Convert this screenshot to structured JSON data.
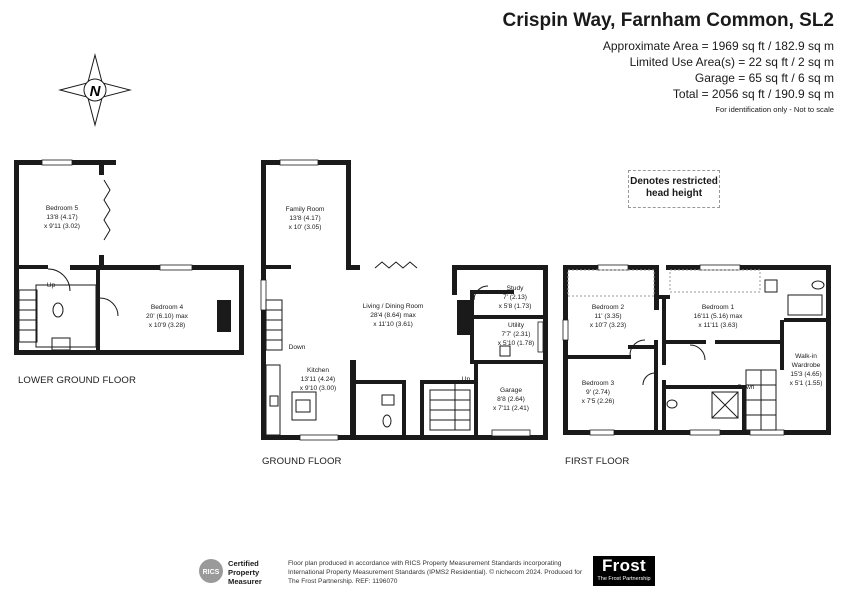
{
  "header": {
    "title": "Crispin Way, Farnham Common, SL2",
    "area_lines": [
      "Approximate Area = 1969 sq ft / 182.9 sq m",
      "Limited Use Area(s) = 22 sq ft / 2 sq m",
      "Garage = 65 sq ft / 6 sq m",
      "Total = 2056 sq ft / 190.9 sq m"
    ],
    "note": "For identification only - Not to scale"
  },
  "compass_letter": "N",
  "restricted": {
    "line1": "Denotes restricted",
    "line2": "head height"
  },
  "floors": {
    "lower": "LOWER GROUND FLOOR",
    "ground": "GROUND FLOOR",
    "first": "FIRST FLOOR"
  },
  "rooms": {
    "bedroom5": [
      "Bedroom 5",
      "13'8 (4.17)",
      "x 9'11 (3.02)"
    ],
    "bedroom4": [
      "Bedroom 4",
      "20' (6.10) max",
      "x 10'9 (3.28)"
    ],
    "family": [
      "Family Room",
      "13'8 (4.17)",
      "x 10' (3.05)"
    ],
    "living": [
      "Living / Dining Room",
      "28'4 (8.64) max",
      "x 11'10 (3.61)"
    ],
    "study": [
      "Study",
      "7' (2.13)",
      "x 5'8 (1.73)"
    ],
    "utility": [
      "Utility",
      "7'7' (2.31)",
      "x 5'10 (1.78)"
    ],
    "kitchen": [
      "Kitchen",
      "13'11 (4.24)",
      "x 9'10 (3.00)"
    ],
    "garage": [
      "Garage",
      "8'8 (2.64)",
      "x 7'11 (2.41)"
    ],
    "bedroom2": [
      "Bedroom 2",
      "11' (3.35)",
      "x 10'7 (3.23)"
    ],
    "bedroom1": [
      "Bedroom 1",
      "16'11 (5.16) max",
      "x 11'11 (3.63)"
    ],
    "bedroom3": [
      "Bedroom 3",
      "9' (2.74)",
      "x 7'5 (2.26)"
    ],
    "wardrobe": [
      "Walk-in",
      "Wardrobe",
      "15'3 (4.65)",
      "x 5'1 (1.55)"
    ]
  },
  "stairs": {
    "up": "Up",
    "down": "Down"
  },
  "footer": {
    "text": "Floor plan produced in accordance with RICS Property Measurement Standards incorporating International Property Measurement Standards (IPMS2 Residential). © nichecom 2024. Produced for The Frost Partnership. REF: 1196070",
    "rics_lines": [
      "Certified",
      "Property",
      "Measurer"
    ],
    "rics_mark": "RICS",
    "brand": "Frost",
    "brand_sub": "The Frost Partnership"
  }
}
